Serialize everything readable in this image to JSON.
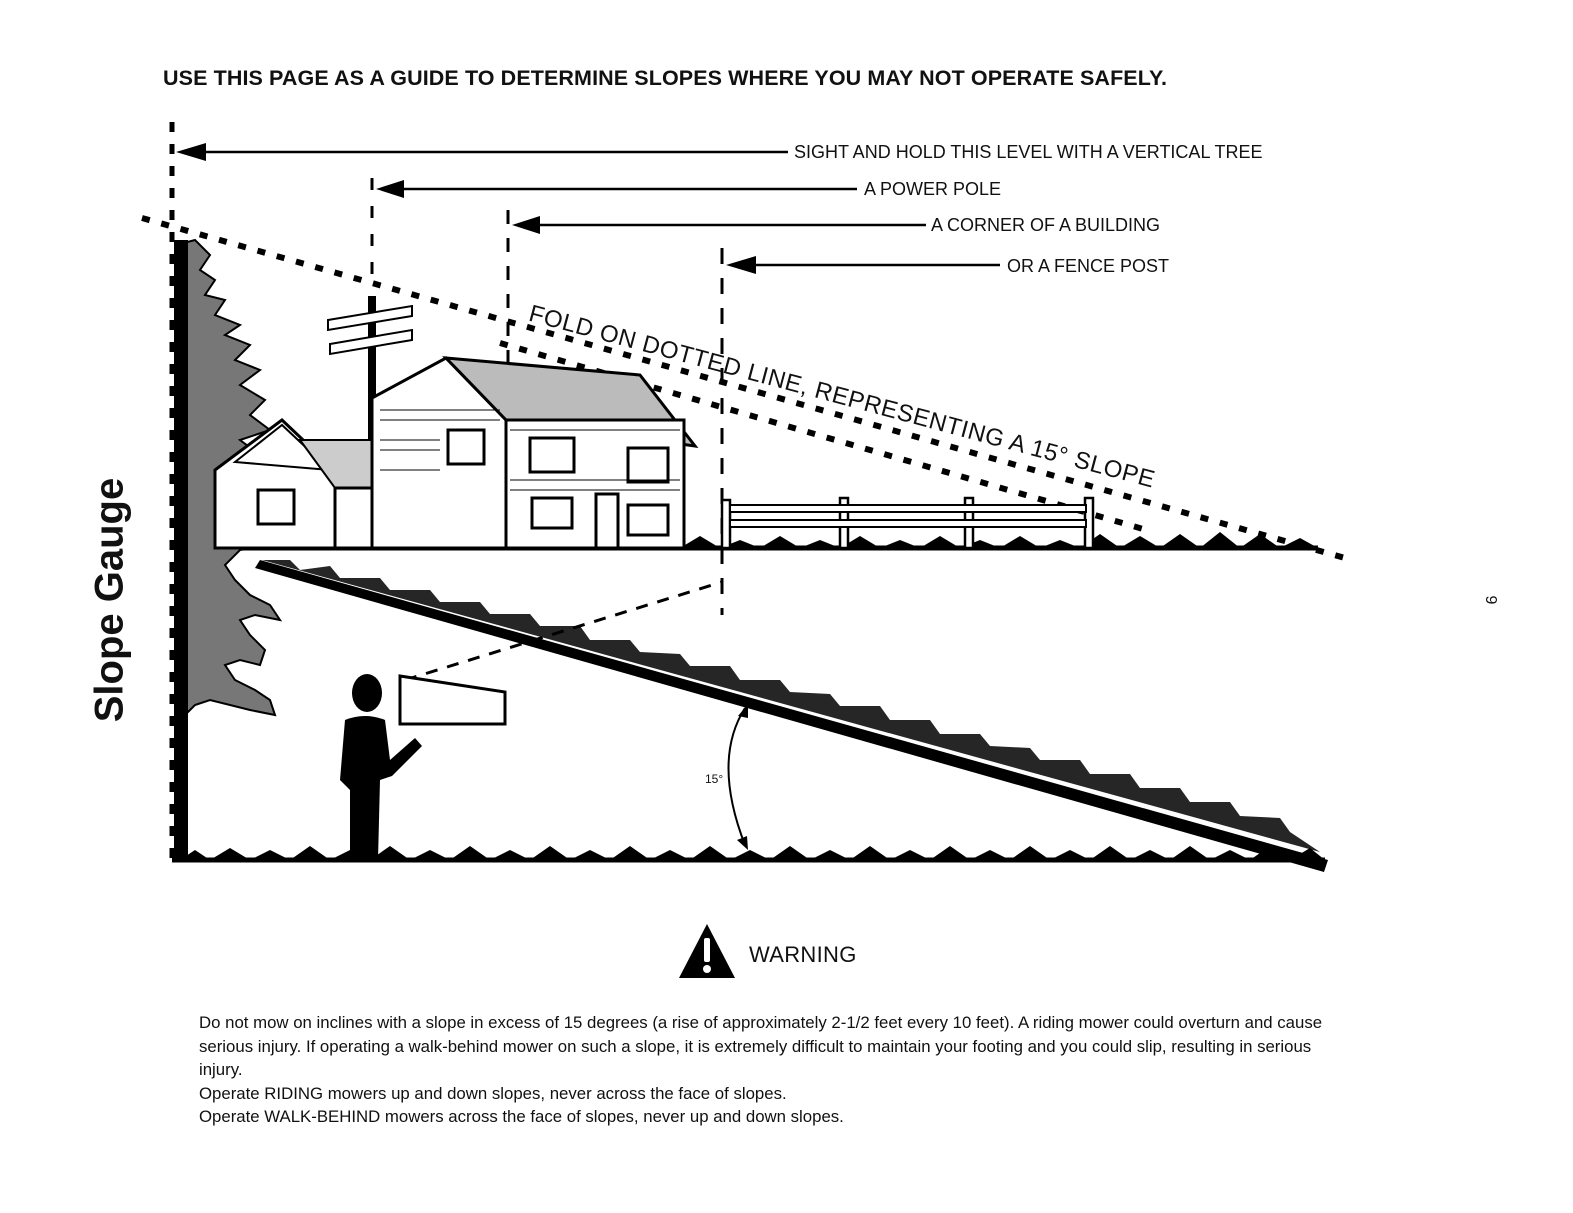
{
  "page": {
    "heading": "USE THIS PAGE AS A GUIDE TO DETERMINE SLOPES WHERE YOU MAY NOT OPERATE SAFELY.",
    "side_title": "Slope Gauge",
    "page_number": "9"
  },
  "diagram": {
    "sight_labels": [
      "SIGHT AND HOLD THIS LEVEL WITH A VERTICAL TREE",
      "A POWER POLE",
      "A CORNER OF A BUILDING",
      "OR A FENCE POST"
    ],
    "fold_label": "FOLD ON DOTTED LINE, REPRESENTING A 15° SLOPE",
    "angle_label": "15°"
  },
  "warning": {
    "title": "WARNING",
    "icon": "warning-triangle-icon",
    "paragraph": "Do not mow on inclines with a slope in excess of 15 degrees (a rise of approximately 2-1/2 feet every 10 feet). A riding mower could overturn and cause serious injury. If operating a walk-behind mower on such a slope, it is extremely difficult to maintain your footing and you could slip, resulting in serious injury.",
    "riding": "Operate RIDING mowers up and down slopes, never across the face of slopes.",
    "walk_behind": "Operate WALK-BEHIND mowers across the face of slopes, never up and down slopes."
  }
}
